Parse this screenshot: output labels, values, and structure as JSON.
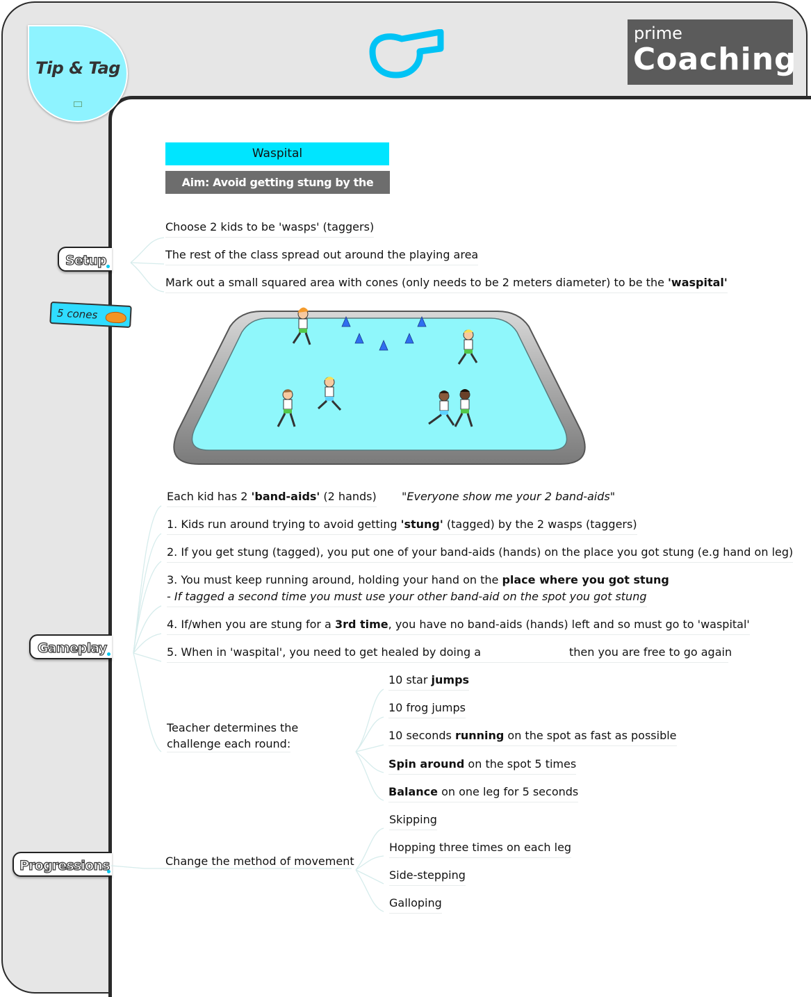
{
  "header": {
    "badge_title": "Tip & Tag",
    "brand_top": "prime",
    "brand_bottom": "Coaching",
    "whistle_color": "#00c3f5"
  },
  "activity": {
    "title": "Waspital",
    "aim": "Aim: Avoid getting stung by the wasps"
  },
  "labels": {
    "setup": "Setup",
    "equipment": "5 cones",
    "gameplay": "Gameplay",
    "progressions": "Progressions"
  },
  "setup": [
    {
      "plain": "Choose 2 kids to be 'wasps' (taggers)"
    },
    {
      "plain": "The rest of the class spread out around the playing area"
    },
    {
      "pre": "Mark out a small squared area with cones (only needs to be 2 meters diameter) to be the ",
      "bold": "'waspital'"
    }
  ],
  "gameplay": {
    "intro": {
      "pre": "Each kid has 2 ",
      "bold": "'band-aids'",
      "post": " (2 hands)",
      "quote": "\"Everyone show me your 2 band-aids\""
    },
    "step1": {
      "pre": "1. Kids run around trying to avoid getting ",
      "bold": "'stung'",
      "post": " (tagged) by the 2 wasps (taggers)"
    },
    "step2": "2. If you get stung (tagged), you put one of your band-aids (hands) on the place you got stung (e.g hand on leg)",
    "step3": {
      "pre": "3. You must keep running around, holding your hand on the ",
      "bold": "place where you got stung",
      "italic": "- If tagged a second time you must use your other band-aid on the spot you got stung"
    },
    "step4": {
      "pre": "4. If/when you are stung for a ",
      "bold": "3rd time",
      "post": ", you have no band-aids (hands) left and so must go to 'waspital'"
    },
    "step5": {
      "pre": "5. When in 'waspital', you need to get healed by doing a",
      "post": "then you are free to go again"
    },
    "teacher": {
      "line1": "Teacher determines the",
      "line2": "challenge each round:"
    },
    "challenges": [
      {
        "pre": "10 star ",
        "bold": "jumps",
        "post": ""
      },
      {
        "pre": "10 frog jumps",
        "bold": "",
        "post": ""
      },
      {
        "pre": "10 seconds ",
        "bold": "running",
        "post": " on the spot as fast as possible"
      },
      {
        "pre": "",
        "bold": "Spin around",
        "post": " on the spot 5 times"
      },
      {
        "pre": "",
        "bold": "Balance",
        "post": " on one leg for 5 seconds"
      }
    ]
  },
  "progressions": {
    "main": "Change the method of movement",
    "items": [
      "Skipping",
      "Hopping three times on each leg",
      "Side-stepping",
      "Galloping"
    ]
  }
}
